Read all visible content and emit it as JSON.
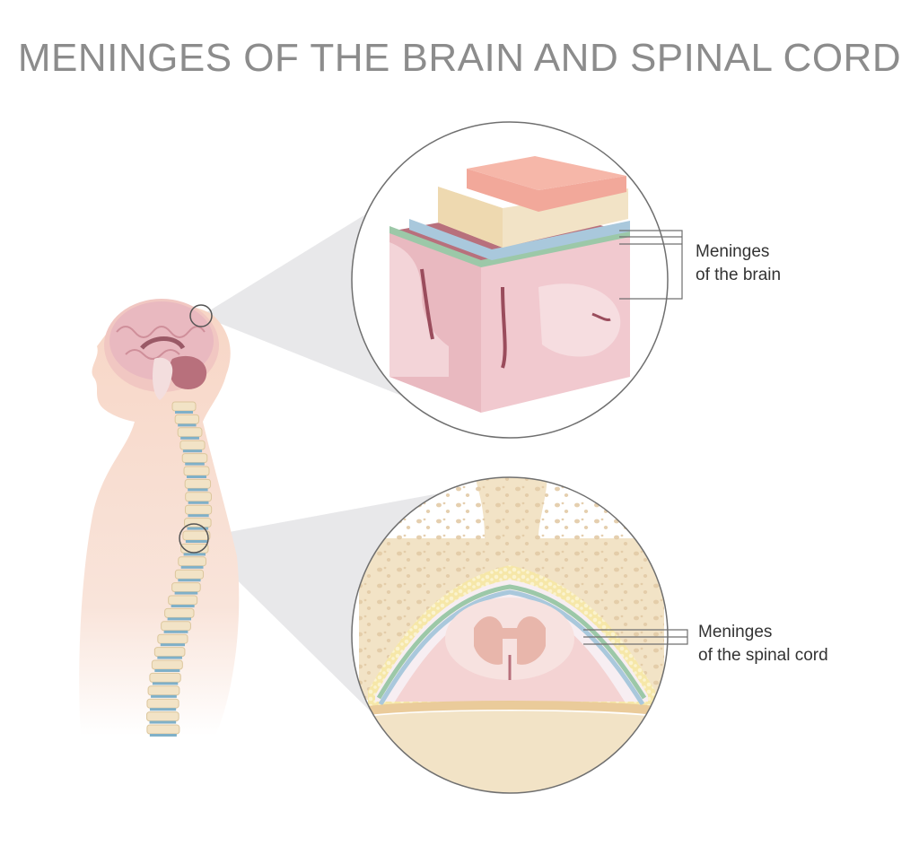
{
  "title": "MENINGES OF THE BRAIN AND SPINAL CORD",
  "labels": {
    "brain": {
      "line1": "Meninges",
      "line2": "of the brain"
    },
    "spinal": {
      "line1": "Meninges",
      "line2": "of the spinal cord"
    }
  },
  "colors": {
    "title": "#8c8c8c",
    "skin": "#f6d3c4",
    "brain_tissue": "#e9b9c0",
    "brain_deep": "#b8707c",
    "bone": "#f2e3c6",
    "pink_layer": "#f2a89a",
    "blue_layer": "#a9c8dc",
    "green_layer": "#9cc8a8",
    "cone": "#e6e6e8"
  }
}
